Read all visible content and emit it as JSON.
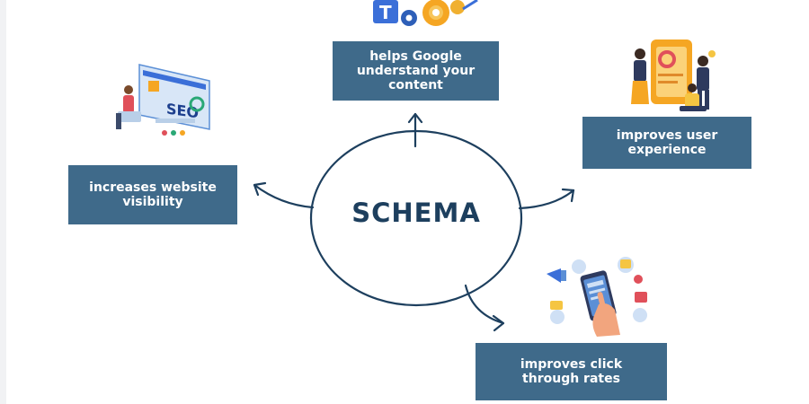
{
  "center": {
    "label": "SCHEMA"
  },
  "benefits": [
    {
      "id": "top",
      "text": "helps Google\nunderstand your\ncontent"
    },
    {
      "id": "right",
      "text": "improves user\nexperience"
    },
    {
      "id": "left",
      "text": "increases website\nvisibility"
    },
    {
      "id": "bottom",
      "text": "improves click\nthrough rates"
    }
  ],
  "illustrations": {
    "seo_monitor_text": "SEO"
  },
  "colors": {
    "box_bg": "#3f6a8a",
    "box_text": "#ffffff",
    "diagram_line": "#1d3f5e",
    "center_text": "#1d3f5e"
  }
}
